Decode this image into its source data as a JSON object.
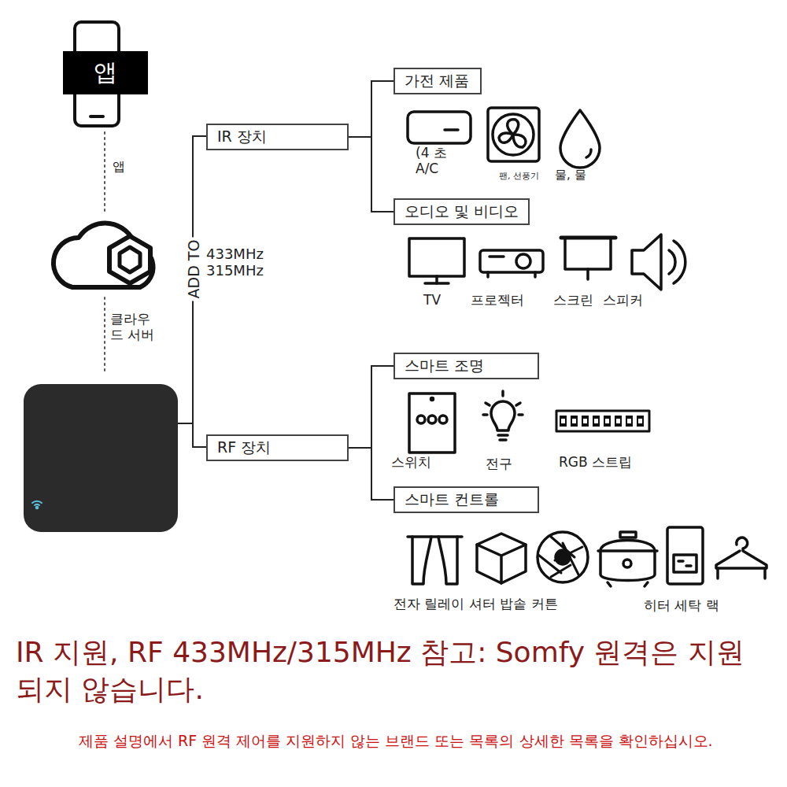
{
  "diagram": {
    "nodes": [
      {
        "text": [
          "앱"
        ]
      },
      {
        "text": [
          "IR 장치"
        ]
      },
      {
        "text": [
          "가전 제품"
        ]
      },
      {
        "text": [
          "오디오 및 비디오"
        ]
      },
      {
        "text": [
          "RF 장치"
        ]
      },
      {
        "text": [
          "스마트 조명"
        ]
      },
      {
        "text": [
          "스마트 컨트롤"
        ]
      }
    ],
    "edges": [
      {
        "from": 1,
        "to": 2,
        "arrow": "none"
      },
      {
        "from": 1,
        "to": 3,
        "arrow": "none"
      },
      {
        "from": 4,
        "to": 5,
        "arrow": "none"
      },
      {
        "from": 4,
        "to": 6,
        "arrow": "none"
      }
    ],
    "labels": [
      "앱",
      "클라우 드 서버",
      "ADD TO",
      "433MHz 315MHz",
      "(4 초 A/C",
      "팬, 선풍기",
      "물, 물",
      "TV",
      "프로젝터",
      "스크린",
      "스피커",
      "스위치",
      "전구",
      "RGB 스트립",
      "전자 릴레이 셔터 밥솥 커튼",
      "히터 세탁 랙",
      "IR 지원, RF 433MHz/315MHz 참고: Somfy 원격은 지원되지 않습니다.",
      "제품 설명에서 RF 원격 제어를 지원하지 않는 브랜드 또는 목록의 상세한 목록을 확인하십시오."
    ]
  }
}
